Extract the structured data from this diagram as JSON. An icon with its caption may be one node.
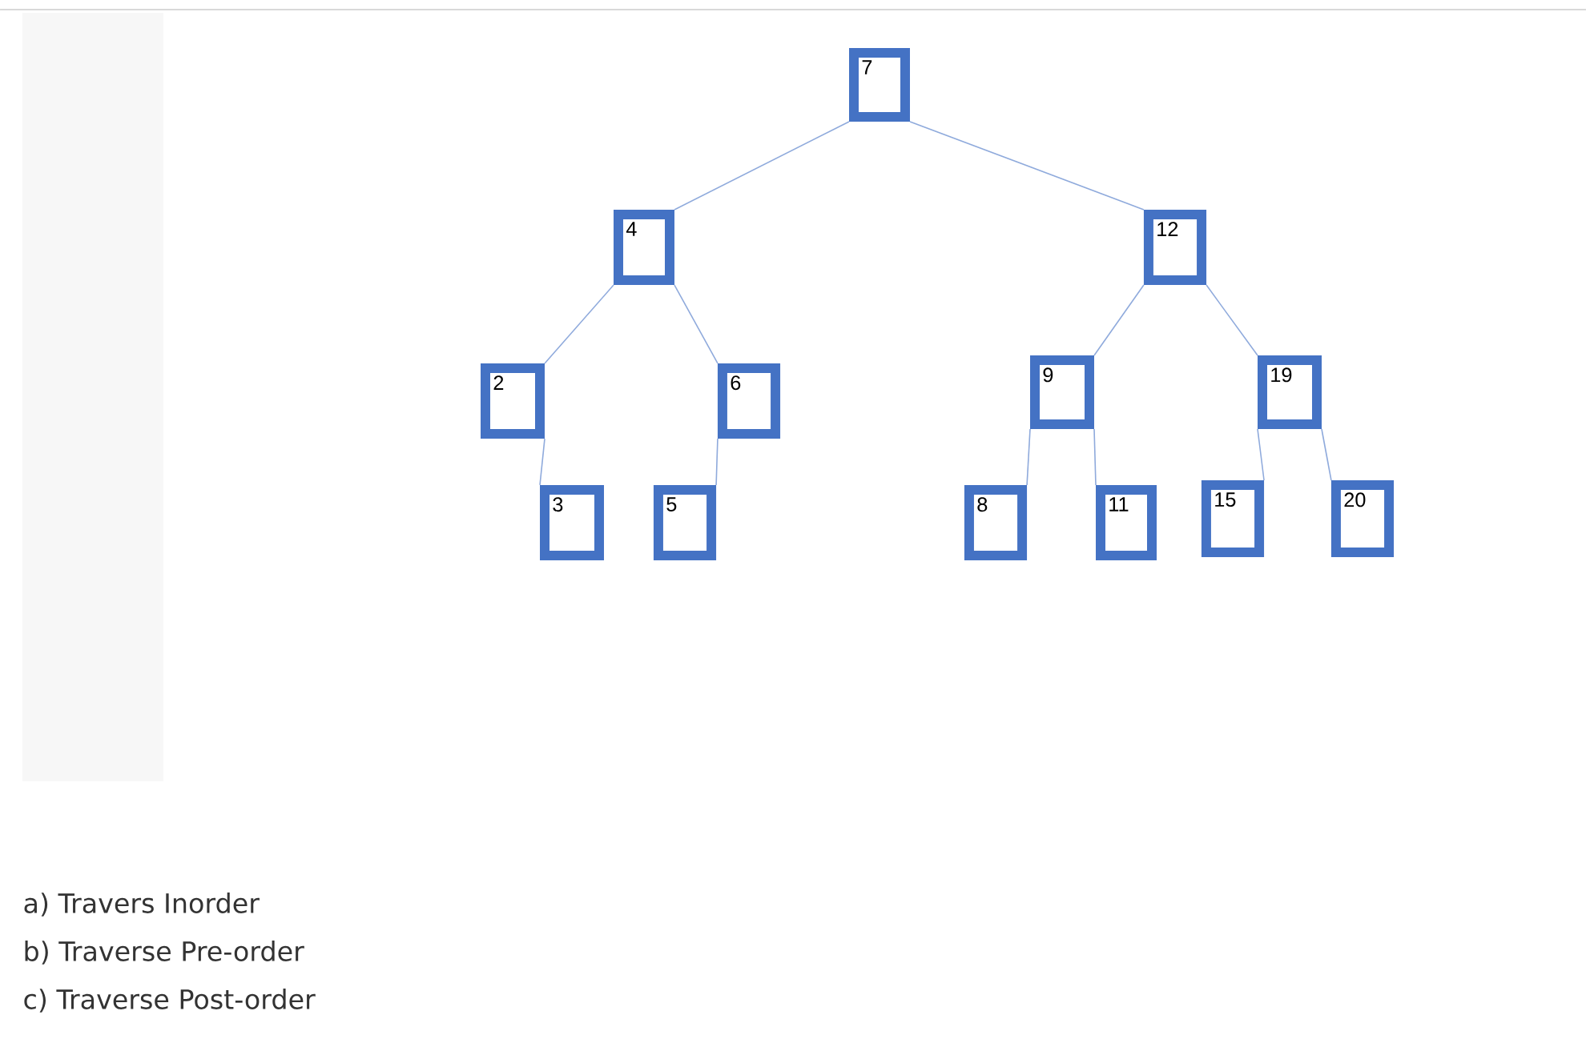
{
  "diagram": {
    "nodes": [
      {
        "text": [
          "7"
        ]
      },
      {
        "text": [
          "4"
        ]
      },
      {
        "text": [
          "12"
        ]
      },
      {
        "text": [
          "2"
        ]
      },
      {
        "text": [
          "6"
        ]
      },
      {
        "text": [
          "9"
        ]
      },
      {
        "text": [
          "19"
        ]
      },
      {
        "text": [
          "3"
        ]
      },
      {
        "text": [
          "5"
        ]
      },
      {
        "text": [
          "8"
        ]
      },
      {
        "text": [
          "11"
        ]
      },
      {
        "text": [
          "15"
        ]
      },
      {
        "text": [
          "20"
        ]
      }
    ],
    "edges": [
      {
        "from": 0,
        "to": 1,
        "arrow": "none"
      },
      {
        "from": 0,
        "to": 2,
        "arrow": "none"
      },
      {
        "from": 1,
        "to": 3,
        "arrow": "none"
      },
      {
        "from": 1,
        "to": 4,
        "arrow": "none"
      },
      {
        "from": 3,
        "to": 7,
        "arrow": "none"
      },
      {
        "from": 4,
        "to": 8,
        "arrow": "none"
      },
      {
        "from": 2,
        "to": 5,
        "arrow": "none"
      },
      {
        "from": 2,
        "to": 6,
        "arrow": "none"
      },
      {
        "from": 5,
        "to": 9,
        "arrow": "none"
      },
      {
        "from": 5,
        "to": 10,
        "arrow": "none"
      },
      {
        "from": 6,
        "to": 11,
        "arrow": "none"
      },
      {
        "from": 6,
        "to": 12,
        "arrow": "none"
      }
    ],
    "labels": [
      "a) Travers Inorder",
      "b) Traverse Pre-order",
      "c) Traverse Post-order"
    ]
  }
}
